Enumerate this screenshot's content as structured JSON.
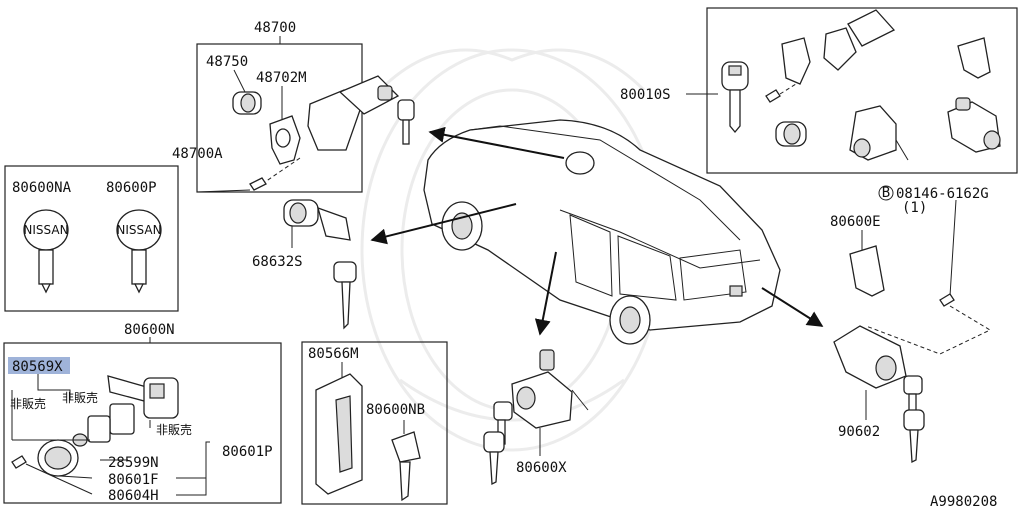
{
  "diagram_id": "A9980208",
  "parts": {
    "p48700": "48700",
    "p48750": "48750",
    "p48702M": "48702M",
    "p48700A": "48700A",
    "p80010S": "80010S",
    "p08146": "08146-6162G",
    "p08146_bolt_prefix": "B",
    "p08146_qty": "(1)",
    "p80600NA": "80600NA",
    "p80600P": "80600P",
    "p68632S": "68632S",
    "p80600E": "80600E",
    "p80600N": "80600N",
    "p80569X": "80569X",
    "not_for_sale_1": "非販売",
    "not_for_sale_2": "非販売",
    "not_for_sale_3": "非販売",
    "p28599N": "28599N",
    "p80601F": "80601F",
    "p80601P": "80601P",
    "p80604H": "80604H",
    "p80566M": "80566M",
    "p80600NB": "80600NB",
    "p80600X": "80600X",
    "p90602": "90602",
    "key_brand_1": "NISSAN",
    "key_brand_2": "NISSAN"
  }
}
